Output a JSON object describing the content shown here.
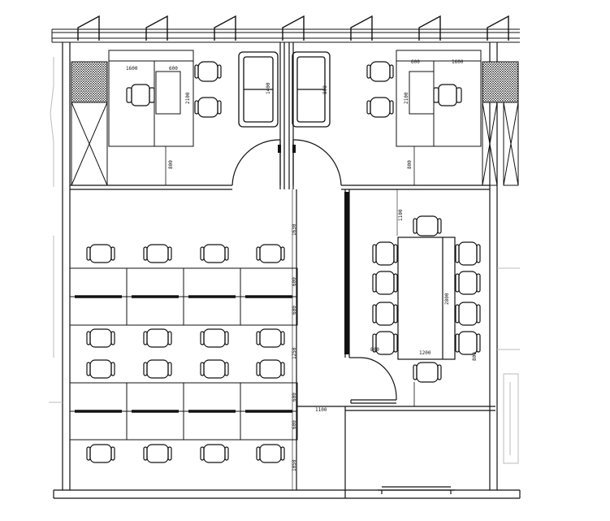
{
  "colors": {
    "line": "#111111",
    "hatch": "#111111",
    "faint": "#d8d8d8",
    "paper": "#ffffff"
  },
  "dimensions": {
    "manager_desk_left_w": "1600",
    "manager_desk_left_seat": "600",
    "manager_desk_left_depth": "2100",
    "manager_left_gap": "800",
    "sofa_left": "1400",
    "sofa_right": "800",
    "manager_desk_right_w": "1600",
    "manager_desk_right_seat": "600",
    "manager_desk_right_depth": "2100",
    "manager_right_gap": "800",
    "corridor_top": "1630",
    "row_a": "600",
    "row_b": "600",
    "row_gap": "1250",
    "row_c": "600",
    "row_d": "600",
    "row_bottom": "1050",
    "meeting_top": "1100",
    "meeting_table_len": "2800",
    "meeting_table_w": "1200",
    "meeting_door_a": "800",
    "meeting_door_b": "800",
    "entry_width": "1100"
  }
}
